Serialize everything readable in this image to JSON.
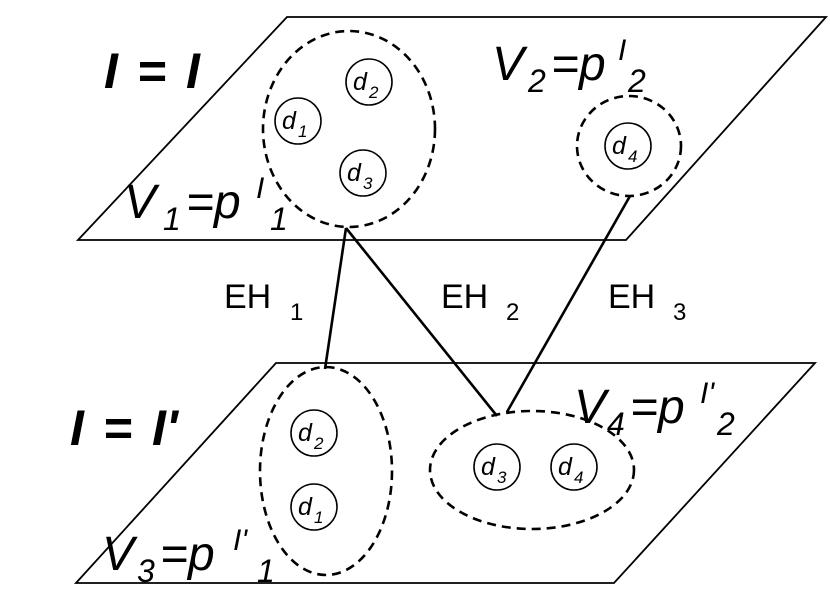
{
  "planes": {
    "top": {
      "label_lhs": "I",
      "label_eq": "=",
      "label_rhs": "I"
    },
    "bottom": {
      "label_lhs": "I",
      "label_eq": "=",
      "label_rhs": "I'"
    }
  },
  "sets": {
    "v1": {
      "name": "V",
      "sub": "1",
      "eq": "=p",
      "sup": "I",
      "idx": "1"
    },
    "v2": {
      "name": "V",
      "sub": "2",
      "eq": "=p",
      "sup": "I",
      "idx": "2"
    },
    "v3": {
      "name": "V",
      "sub": "3",
      "eq": "=p",
      "sup": "I'",
      "idx": "1"
    },
    "v4": {
      "name": "V",
      "sub": "4",
      "eq": "=p",
      "sup": "I'",
      "idx": "2"
    }
  },
  "nodes": {
    "top_d1": {
      "letter": "d",
      "sub": "1"
    },
    "top_d2": {
      "letter": "d",
      "sub": "2"
    },
    "top_d3": {
      "letter": "d",
      "sub": "3"
    },
    "top_d4": {
      "letter": "d",
      "sub": "4"
    },
    "bot_d2": {
      "letter": "d",
      "sub": "2"
    },
    "bot_d1": {
      "letter": "d",
      "sub": "1"
    },
    "bot_d3": {
      "letter": "d",
      "sub": "3"
    },
    "bot_d4": {
      "letter": "d",
      "sub": "4"
    }
  },
  "edges": {
    "eh1": {
      "name": "EH",
      "sub": "1"
    },
    "eh2": {
      "name": "EH",
      "sub": "2"
    },
    "eh3": {
      "name": "EH",
      "sub": "3"
    }
  }
}
